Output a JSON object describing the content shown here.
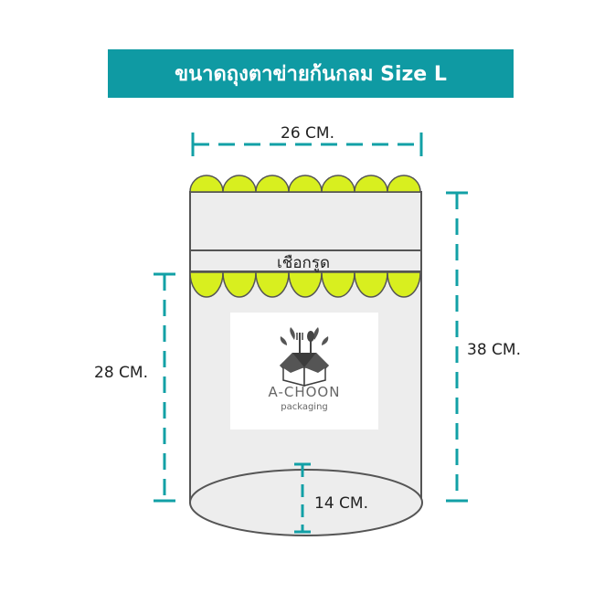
{
  "title": "ขนาดถุงตาข่ายก้นกลม Size L",
  "dimensions": {
    "width": "26 CM.",
    "total_height": "38 CM.",
    "body_height": "28 CM.",
    "base": "14 CM."
  },
  "drawstring_label": "เชือกรูด",
  "logo": {
    "brand": "A-CHOON",
    "tagline": "packaging"
  },
  "colors": {
    "banner": "#0f9aa3",
    "dimension_line": "#12a0a6",
    "scallop": "#d8ef1f",
    "bag_fill": "#ededed",
    "outline": "#555555"
  }
}
